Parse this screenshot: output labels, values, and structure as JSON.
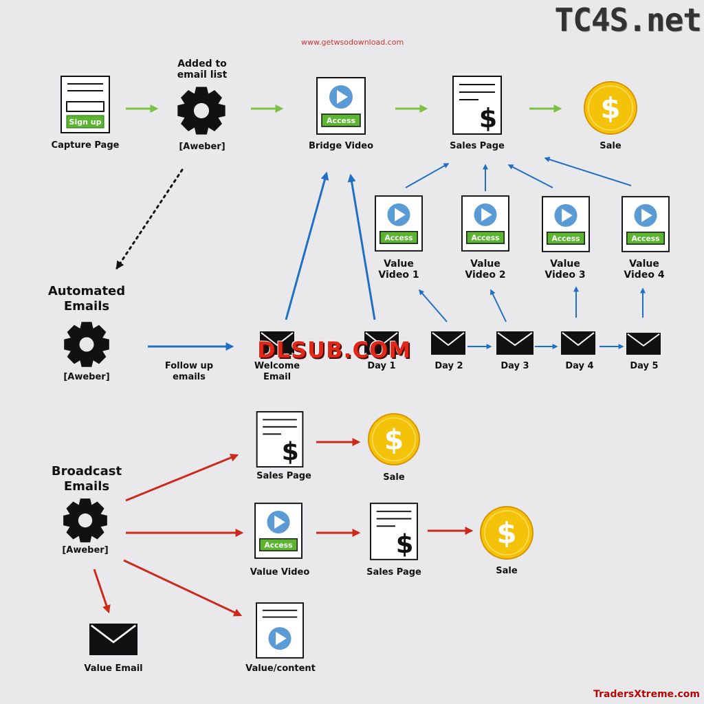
{
  "brand": "TC4S.net",
  "watermarks": {
    "top": "www.getwsodownload.com",
    "center": "DLSUB.COM",
    "bottom": "TradersXtreme.com"
  },
  "capture_page": {
    "label": "Capture Page",
    "button": "Sign up"
  },
  "added_to_list": {
    "label_top": "Added to\nemail list",
    "label": "[Aweber]"
  },
  "bridge_video": {
    "label": "Bridge Video",
    "button": "Access"
  },
  "sales_page_top": {
    "label": "Sales Page"
  },
  "sale_top": {
    "label": "Sale"
  },
  "value_videos": [
    {
      "label": "Value\nVideo 1",
      "button": "Access"
    },
    {
      "label": "Value\nVideo 2",
      "button": "Access"
    },
    {
      "label": "Value\nVideo 3",
      "button": "Access"
    },
    {
      "label": "Value\nVideo 4",
      "button": "Access"
    }
  ],
  "automated": {
    "title": "Automated\nEmails",
    "label": "[Aweber]",
    "followup": "Follow up\nemails"
  },
  "emails": [
    {
      "label": "Welcome\nEmail"
    },
    {
      "label": "Day 1"
    },
    {
      "label": "Day 2"
    },
    {
      "label": "Day 3"
    },
    {
      "label": "Day 4"
    },
    {
      "label": "Day 5"
    }
  ],
  "broadcast": {
    "title": "Broadcast\nEmails",
    "label": "[Aweber]"
  },
  "broadcast_sales_page": {
    "label": "Sales Page"
  },
  "broadcast_sale1": {
    "label": "Sale"
  },
  "broadcast_value_video": {
    "label": "Value Video",
    "button": "Access"
  },
  "broadcast_sales_page2": {
    "label": "Sales Page"
  },
  "broadcast_sale2": {
    "label": "Sale"
  },
  "value_email": {
    "label": "Value Email"
  },
  "value_content": {
    "label": "Value/content"
  },
  "colors": {
    "green": "#7cc242",
    "blue": "#1f6fc4",
    "red": "#cc2a1a",
    "play": "#5b9bd5",
    "coin": "#f5c20a"
  }
}
